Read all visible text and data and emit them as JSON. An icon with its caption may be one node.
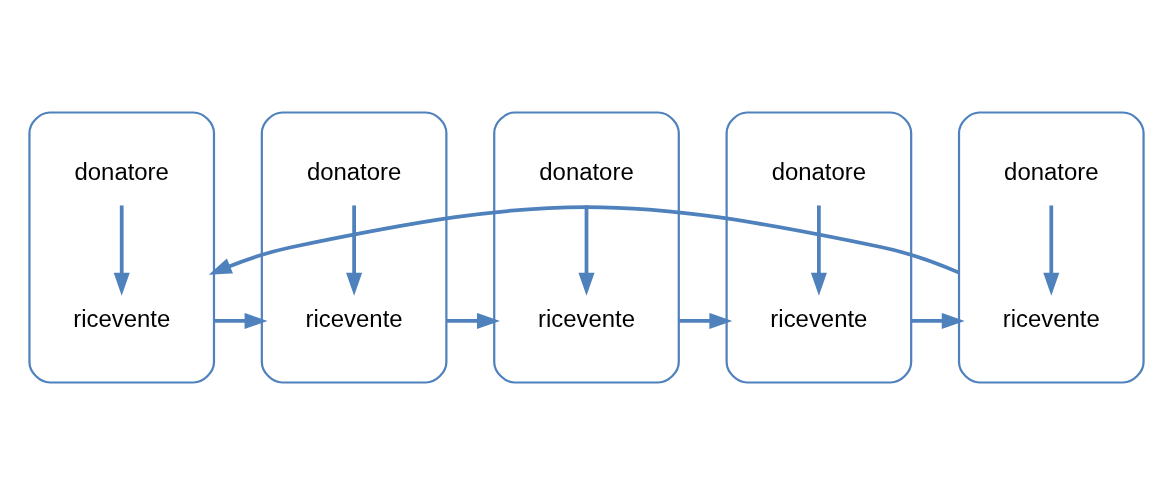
{
  "diagram": {
    "nodes": [
      {
        "text": [],
        "shape": "ellipse"
      },
      {
        "text": [
          "donatore"
        ],
        "in": 0
      },
      {
        "text": [
          "ricevente"
        ],
        "in": 0
      },
      {
        "text": [],
        "shape": "ellipse"
      },
      {
        "text": [
          "donatore"
        ],
        "in": 3
      },
      {
        "text": [
          "ricevente"
        ],
        "in": 3
      },
      {
        "text": [],
        "shape": "ellipse"
      },
      {
        "text": [
          "donatore"
        ],
        "in": 6
      },
      {
        "text": [
          "ricevente"
        ],
        "in": 6
      },
      {
        "text": [],
        "shape": "ellipse"
      },
      {
        "text": [
          "donatore"
        ],
        "in": 9
      },
      {
        "text": [
          "ricevente"
        ],
        "in": 9
      },
      {
        "text": [],
        "shape": "ellipse"
      },
      {
        "text": [
          "donatore"
        ],
        "in": 12
      },
      {
        "text": [
          "ricevente"
        ],
        "in": 12
      }
    ],
    "edges": [
      {
        "from": 1,
        "to": 2,
        "arrow": "to"
      },
      {
        "from": 4,
        "to": 5,
        "arrow": "to"
      },
      {
        "from": 7,
        "to": 8,
        "arrow": "to"
      },
      {
        "from": 10,
        "to": 11,
        "arrow": "to"
      },
      {
        "from": 13,
        "to": 14,
        "arrow": "to"
      },
      {
        "from": 0,
        "to": 3,
        "arrow": "to"
      },
      {
        "from": 3,
        "to": 6,
        "arrow": "to"
      },
      {
        "from": 6,
        "to": 9,
        "arrow": "to"
      },
      {
        "from": 9,
        "to": 12,
        "arrow": "to"
      },
      {
        "from": 12,
        "to": 0,
        "arrow": "to"
      }
    ]
  }
}
